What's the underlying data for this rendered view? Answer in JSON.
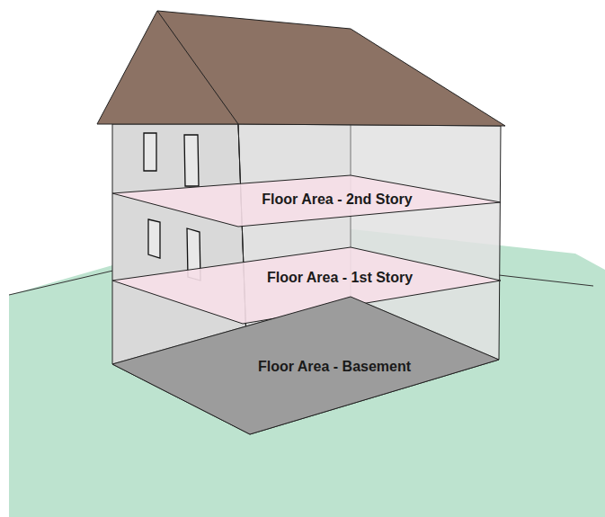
{
  "diagram": {
    "nodes": [
      {
        "text": [
          "Floor Area - 2nd Story"
        ]
      },
      {
        "text": [
          "Floor Area - 1st Story"
        ]
      },
      {
        "text": [
          "Floor Area - Basement"
        ]
      }
    ]
  }
}
